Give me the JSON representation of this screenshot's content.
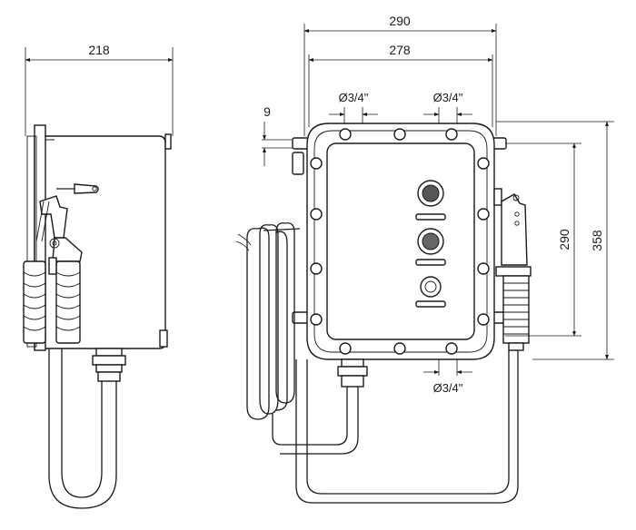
{
  "dimensions": {
    "side_width": "218",
    "overall_width": "290",
    "flange_width": "278",
    "flange_offset": "9",
    "mount_height": "290",
    "overall_height": "358",
    "entry_top_left": "Ø3/4\"",
    "entry_top_right": "Ø3/4\"",
    "entry_bottom": "Ø3/4\""
  }
}
